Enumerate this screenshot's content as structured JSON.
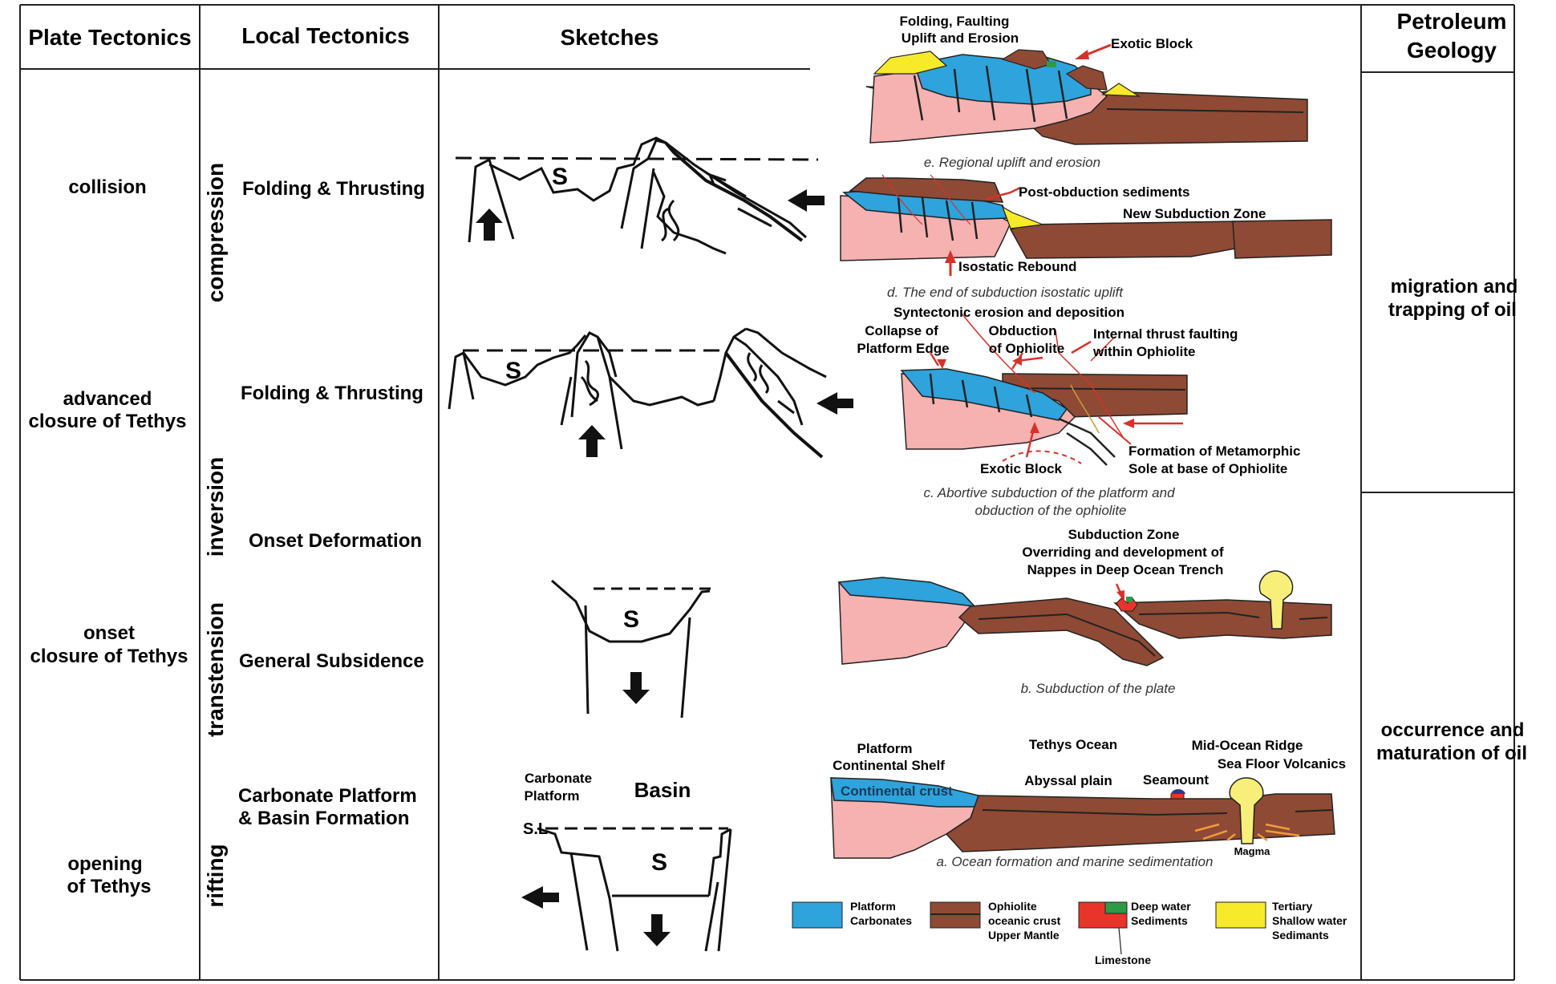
{
  "headers": {
    "plate": "Plate Tectonics",
    "local": "Local Tectonics",
    "sketches": "Sketches",
    "petroleum_1": "Petroleum",
    "petroleum_2": "Geology"
  },
  "plate_stages": [
    {
      "lines": [
        "collision"
      ]
    },
    {
      "lines": [
        "advanced",
        "closure of Tethys"
      ]
    },
    {
      "lines": [
        "onset",
        "closure of Tethys"
      ]
    },
    {
      "lines": [
        "opening",
        "of Tethys"
      ]
    }
  ],
  "regimes": [
    "compression",
    "inversion",
    "transtension",
    "rifting"
  ],
  "local_stages": [
    {
      "lines": [
        "Folding & Thrusting"
      ]
    },
    {
      "lines": [
        "Folding & Thrusting"
      ]
    },
    {
      "lines": [
        "Onset Deformation"
      ]
    },
    {
      "lines": [
        "General Subsidence"
      ]
    },
    {
      "lines": [
        "Carbonate Platform",
        "& Basin Formation"
      ]
    }
  ],
  "sketch_labels": {
    "s": "S",
    "carbonate_platform_1": "Carbonate",
    "carbonate_platform_2": "Platform",
    "basin": "Basin",
    "sea_level": "S.L"
  },
  "panel_e": {
    "caption": "e. Regional  uplift and erosion",
    "label_folding_1": "Folding, Faulting",
    "label_folding_2": "Uplift and Erosion",
    "label_exotic": "Exotic Block"
  },
  "panel_d": {
    "caption": "d. The end of subduction isostatic uplift",
    "label_post": "Post-obduction sediments",
    "label_new_sub": "New Subduction Zone",
    "label_rebound": "Isostatic Rebound"
  },
  "panel_c": {
    "caption_1": "c. Abortive subduction of the platform and",
    "caption_2": "obduction of the ophiolite",
    "label_syntectonic": "Syntectonic erosion and deposition",
    "label_collapse_1": "Collapse of",
    "label_collapse_2": "Platform Edge",
    "label_obduction_1": "Obduction",
    "label_obduction_2": "of Ophiolite",
    "label_internal_1": "Internal thrust faulting",
    "label_internal_2": "within Ophiolite",
    "label_exotic": "Exotic Block",
    "label_meta_1": "Formation of Metamorphic",
    "label_meta_2": "Sole at base of Ophiolite"
  },
  "panel_b": {
    "caption": "b. Subduction of the plate",
    "label_1": "Subduction Zone",
    "label_2": "Overriding and development of",
    "label_3": "Nappes in Deep Ocean Trench"
  },
  "panel_a": {
    "caption": "a. Ocean formation and marine sedimentation",
    "label_platform_1": "Platform",
    "label_platform_2": "Continental Shelf",
    "label_crust": "Continental crust",
    "label_tethys": "Tethys Ocean",
    "label_abyssal": "Abyssal plain",
    "label_seamount": "Seamount",
    "label_ridge": "Mid-Ocean Ridge",
    "label_volcanics": "Sea Floor Volcanics",
    "label_magma": "Magma"
  },
  "legend": [
    {
      "lines": [
        "Platform",
        "Carbonates"
      ],
      "color": "#2ea3dc"
    },
    {
      "lines": [
        "Ophiolite",
        "oceanic crust",
        "Upper Mantle"
      ],
      "color": "#8e4a35"
    },
    {
      "lines": [
        "Deep water",
        "Sediments"
      ],
      "color": "#e8342a",
      "color2": "#2f9a45"
    },
    {
      "lines": [
        "Tertiary",
        "Shallow water",
        "Sedimants"
      ],
      "color": "#f7ea2b"
    }
  ],
  "legend_extra": "Limestone",
  "petroleum": [
    {
      "lines": [
        "migration and",
        "trapping of oil"
      ]
    },
    {
      "lines": [
        "occurrence and",
        "maturation of oil"
      ]
    }
  ],
  "colors": {
    "carbonate": "#2ea3dc",
    "ophiolite": "#8e4a35",
    "continental": "#f6b1b1",
    "deep_red": "#e8342a",
    "deep_green": "#2f9a45",
    "tertiary": "#f7ea2b",
    "arrow_red": "#d4322b",
    "magma": "#f7ef7a",
    "magma_arrow": "#f29a3a"
  }
}
